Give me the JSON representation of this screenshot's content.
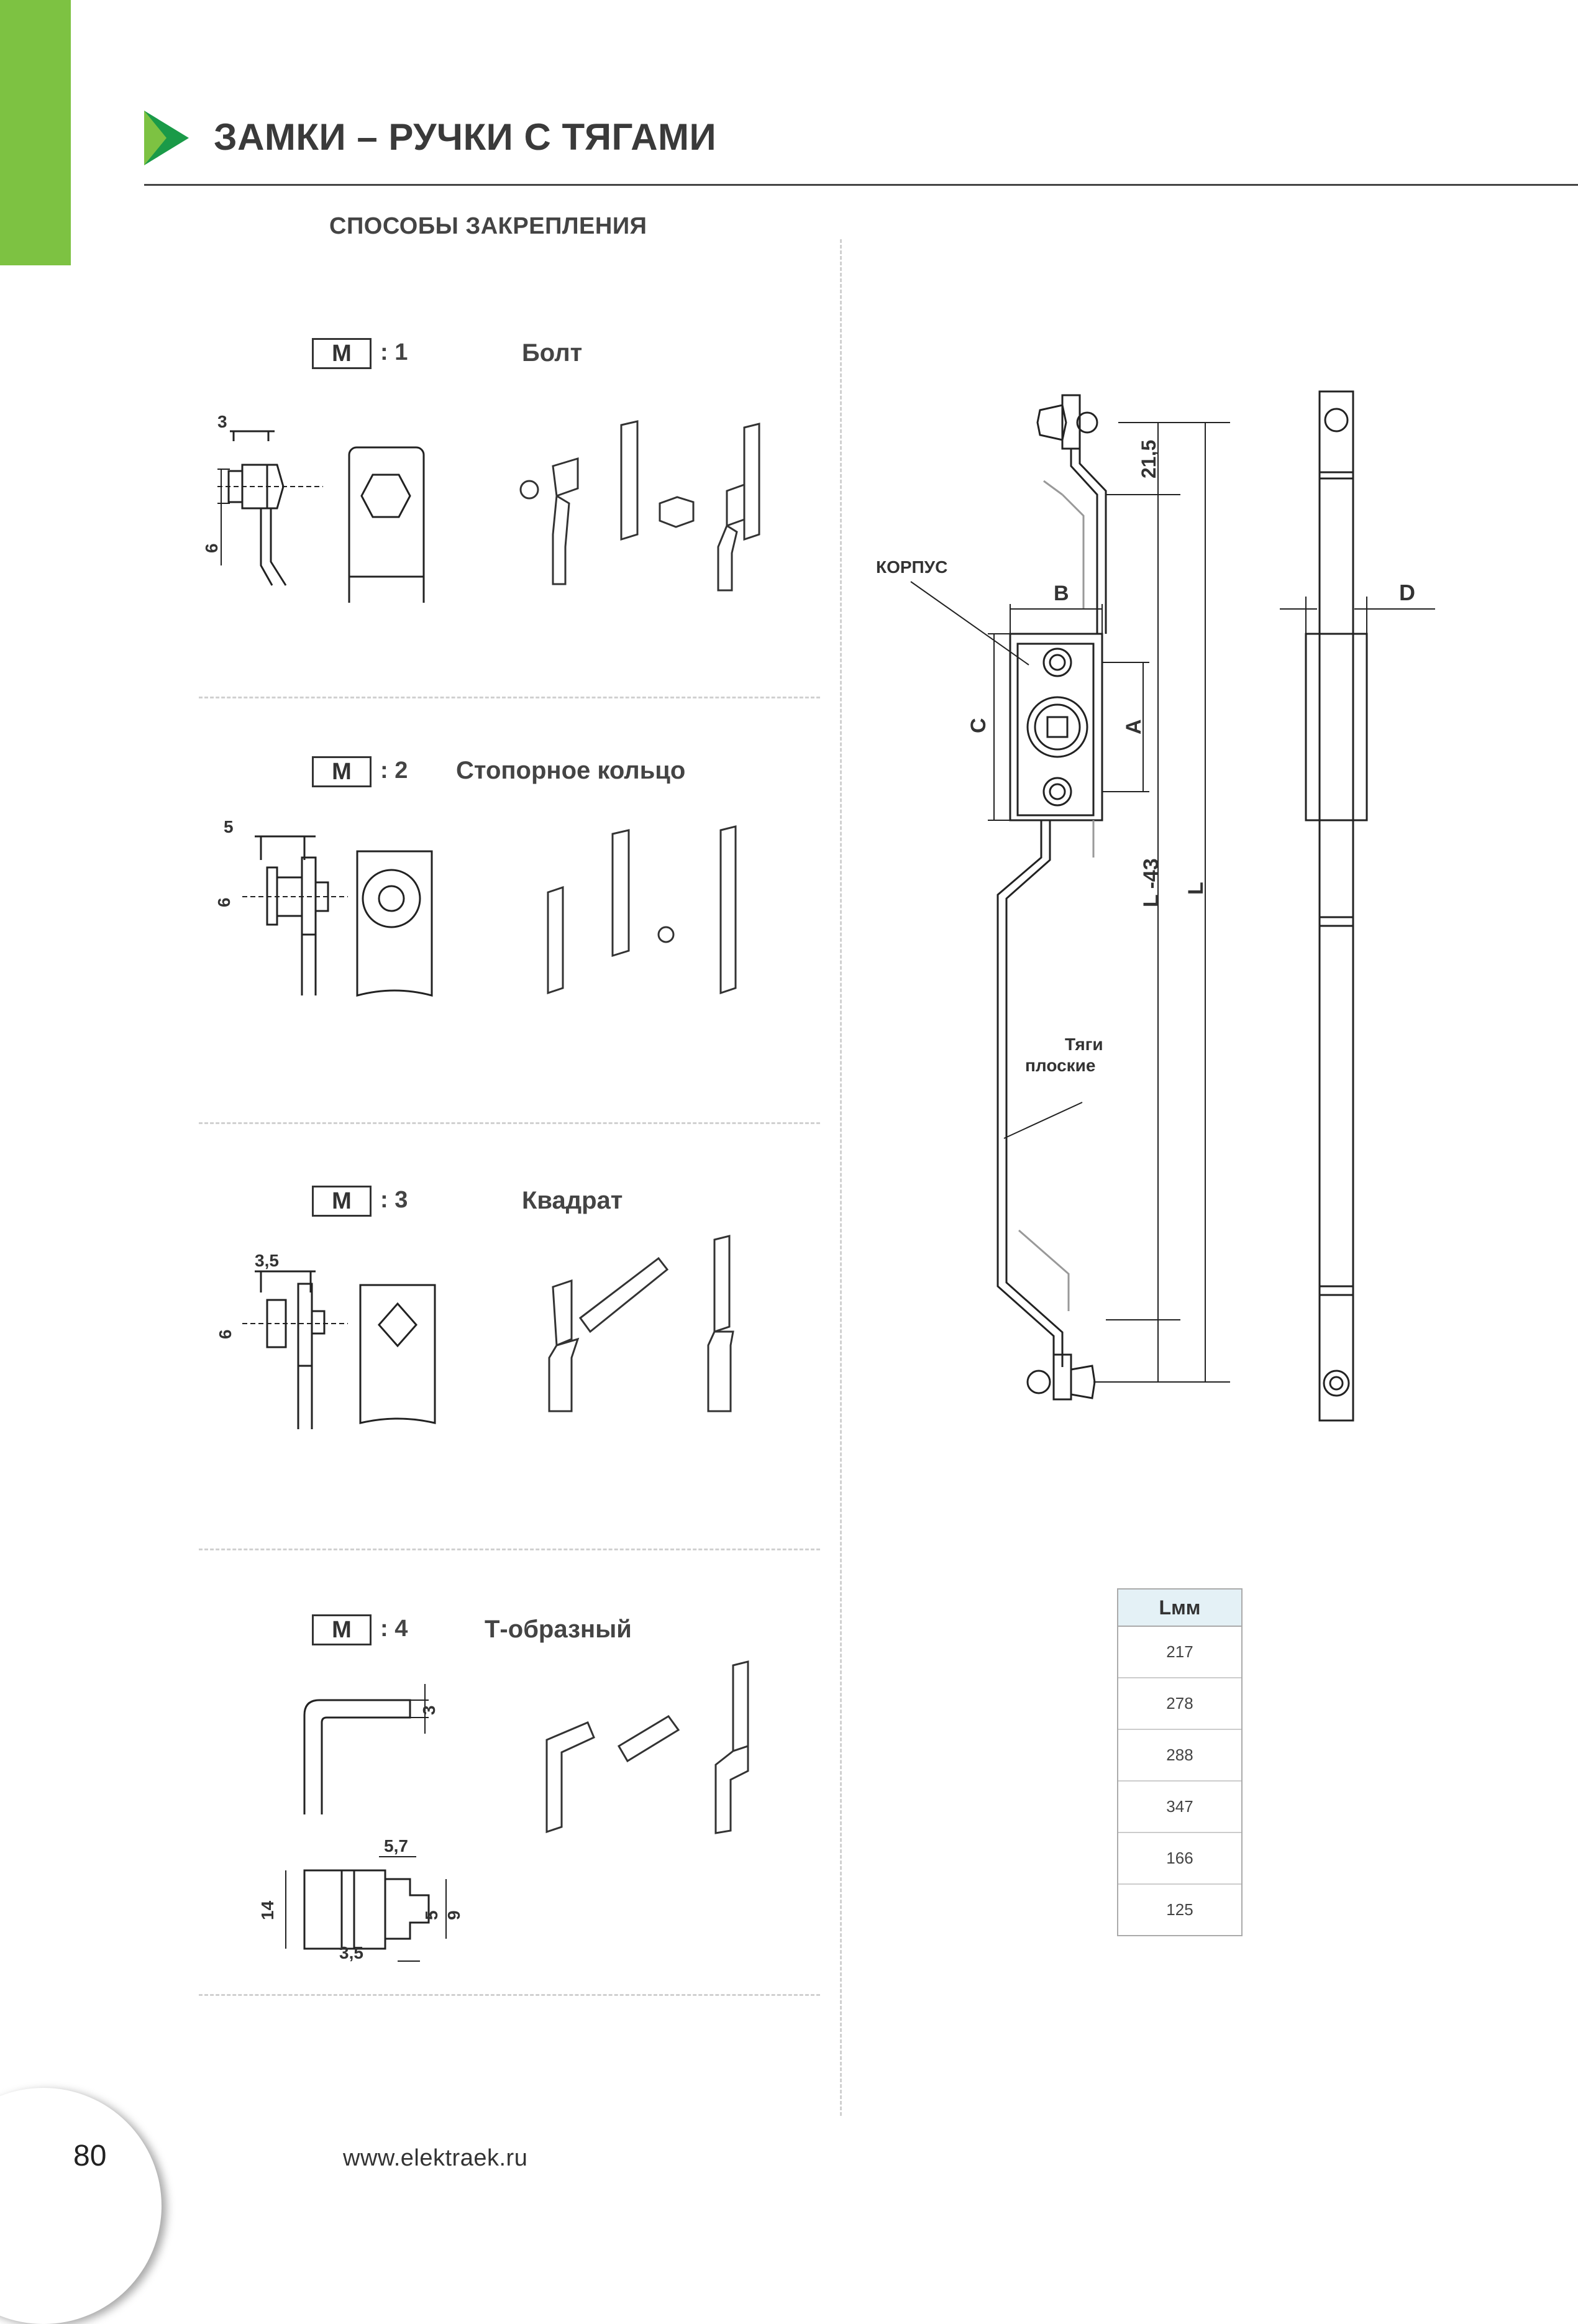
{
  "header": {
    "title": "ЗАМКИ – РУЧКИ С ТЯГАМИ",
    "accent_color": "#7dc242",
    "arrow_colors": [
      "#1a9a48",
      "#7dc242"
    ]
  },
  "section": {
    "title": "СПОСОБЫ ЗАКРЕПЛЕНИЯ"
  },
  "methods": [
    {
      "code": "M",
      "num": ": 1",
      "name": "Болт",
      "dims": [
        "3",
        "6"
      ]
    },
    {
      "code": "M",
      "num": ": 2",
      "name": "Стопорное кольцо",
      "dims": [
        "5",
        "6"
      ]
    },
    {
      "code": "M",
      "num": ": 3",
      "name": "Квадрат",
      "dims": [
        "3,5",
        "6"
      ]
    },
    {
      "code": "M",
      "num": ": 4",
      "name": "Т-образный",
      "dims": [
        "3",
        "5,7",
        "14",
        "5",
        "9",
        "3,5"
      ]
    }
  ],
  "diagram": {
    "labels": {
      "body": "КОРПУС",
      "rods": [
        "Тяги",
        "плоские"
      ],
      "b": "B",
      "a": "A",
      "c": "C",
      "d": "D",
      "dim_21": "21,5",
      "l43": "L -43",
      "l": "L"
    }
  },
  "table": {
    "header": "Lмм",
    "values": [
      "217",
      "278",
      "288",
      "347",
      "166",
      "125"
    ]
  },
  "footer": {
    "page_number": "80",
    "url": "www.elektraek.ru"
  }
}
